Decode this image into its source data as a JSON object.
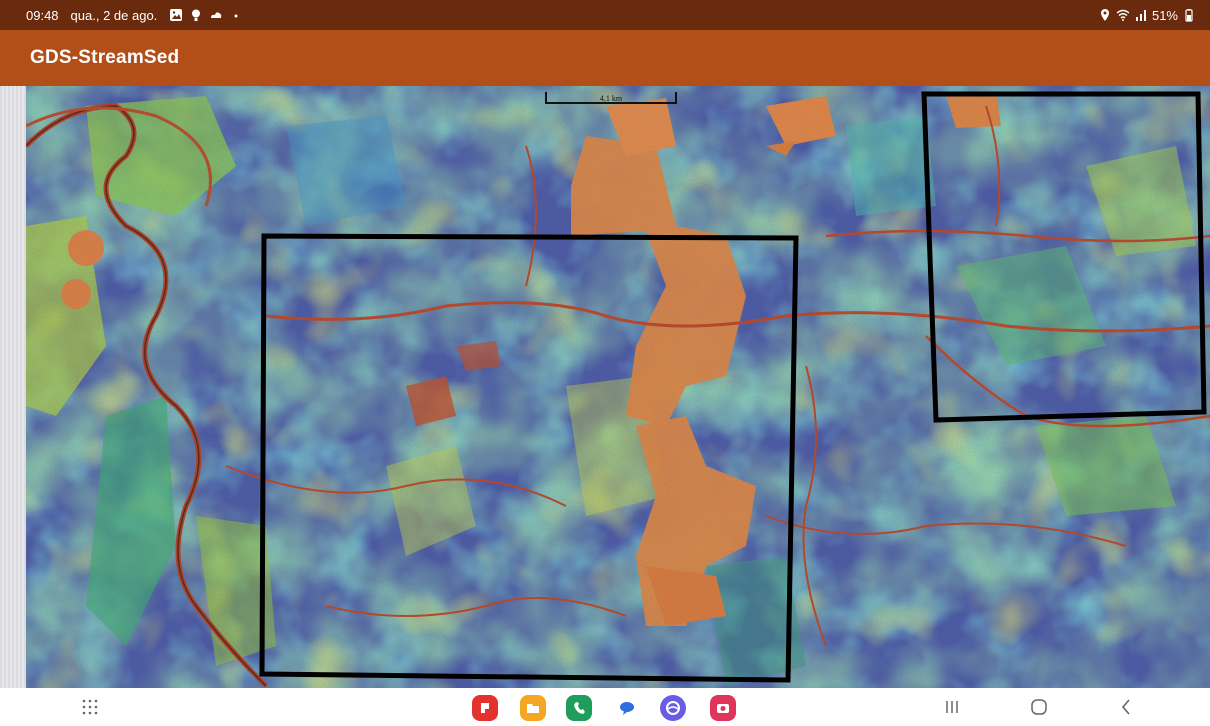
{
  "status_bar": {
    "time": "09:48",
    "date": "qua., 2 de ago.",
    "battery": "51%",
    "icons_left": [
      "gallery-icon",
      "location-pin-icon",
      "cloud-icon",
      "dot-icon"
    ],
    "icons_right": [
      "location-icon",
      "wifi-icon",
      "signal-icon",
      "battery-icon"
    ]
  },
  "app_bar": {
    "title": "GDS-StreamSed",
    "color": "#b24f19"
  },
  "map": {
    "scale_label": "4,1 km",
    "selection_boxes_color": "#000000"
  },
  "nav_bar": {
    "apps": [
      {
        "name": "app-red-icon",
        "color": "#e2332e"
      },
      {
        "name": "app-folder-icon",
        "color": "#f5a623"
      },
      {
        "name": "app-phone-icon",
        "color": "#1e9e5a"
      },
      {
        "name": "app-messages-icon",
        "color": "#2f6de1"
      },
      {
        "name": "app-internet-icon",
        "color": "#6a5ce3"
      },
      {
        "name": "app-camera-icon",
        "color": "#e1345b"
      }
    ],
    "buttons": [
      "apps-grid-icon",
      "recents-icon",
      "home-icon",
      "back-icon"
    ]
  }
}
